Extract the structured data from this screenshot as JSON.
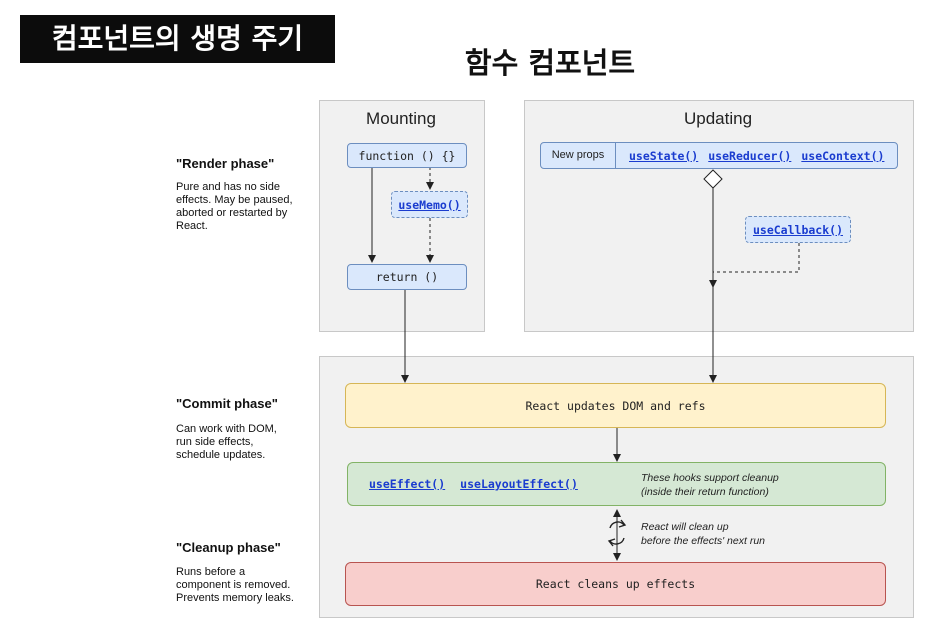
{
  "title_badge": "컴포넌트의 생명 주기",
  "heading": "함수 컴포넌트",
  "panels": {
    "mounting": "Mounting",
    "updating": "Updating"
  },
  "phases": {
    "render": {
      "title": "\"Render phase\"",
      "desc": [
        "Pure and has no side",
        "effects. May be paused,",
        "aborted or restarted by",
        "React."
      ]
    },
    "commit": {
      "title": "\"Commit phase\"",
      "desc": [
        "Can work with DOM,",
        "run side effects,",
        "schedule updates."
      ]
    },
    "cleanup": {
      "title": "\"Cleanup phase\"",
      "desc": [
        "Runs before a",
        "component is removed.",
        "Prevents memory leaks."
      ]
    }
  },
  "mounting": {
    "function": "function () {}",
    "use_memo": "useMemo()",
    "return": "return ()"
  },
  "updating": {
    "new_props": "New props",
    "use_state": "useState()",
    "use_reducer": "useReducer()",
    "use_context": "useContext()",
    "use_callback": "useCallback()"
  },
  "commit": {
    "dom_box": "React updates DOM and refs",
    "use_effect": "useEffect()",
    "use_layout_effect": "useLayoutEffect()",
    "cleanup_note": [
      "These hooks support cleanup",
      "(inside their return function)"
    ],
    "rerun_note": [
      "React will clean up",
      "before the effects' next run"
    ]
  },
  "cleanup": {
    "box": "React cleans up effects"
  },
  "colors": {
    "blue_fill": "#dae8fc",
    "yellow_fill": "#fff2cc",
    "green_fill": "#d5e8d4",
    "red_fill": "#f8cecc",
    "link": "#1a3ccf"
  }
}
